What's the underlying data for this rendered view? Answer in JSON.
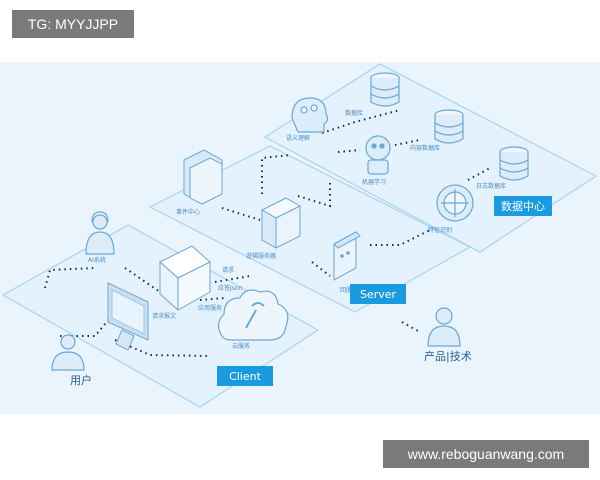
{
  "top_tag": "TG: MYYJJPP",
  "watermark": "www.reboguanwang.com",
  "zones": {
    "client": "Client",
    "server": "Server",
    "data_center": "数据中心"
  },
  "nodes": {
    "user": "用户",
    "tech": "产品|技术"
  },
  "small_labels": {
    "client_top": "AI系统",
    "doc": "请求报文",
    "cloud": "云服务",
    "folder": "事件中心",
    "chat": "回服中心",
    "robot": "机器学习",
    "brain": "语义理解",
    "db1": "数据库",
    "db2": "内容数据库",
    "db3": "日志数据库",
    "radar": "特征识别",
    "server_box": "逻辑服务器",
    "req": "请求",
    "resp": "应答Json",
    "base": "应用服务"
  },
  "colors": {
    "bg": "#e9f4fc",
    "platform_fill": "#e3f2fc",
    "platform_stroke": "#aed6ef",
    "accent": "#1a9be0",
    "dot": "#1a2b3c"
  }
}
